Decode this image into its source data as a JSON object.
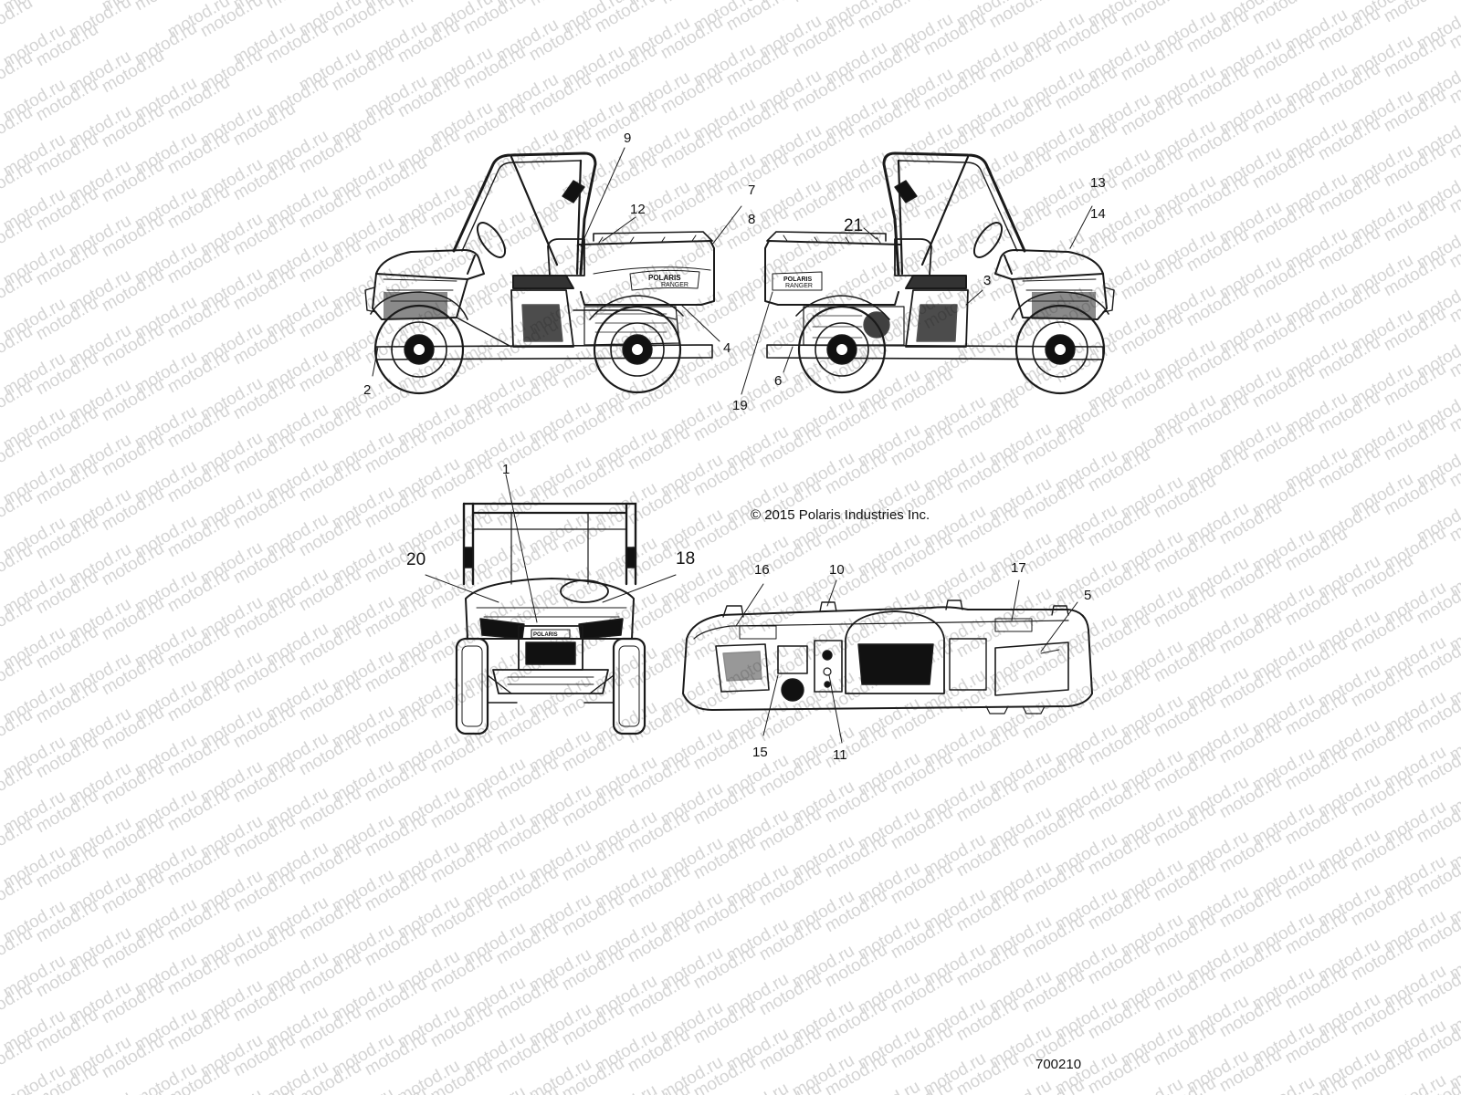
{
  "watermark_text": "motod.ru",
  "copyright": "© 2015 Polaris Industries Inc.",
  "document_number": "700210",
  "decal_text": {
    "brand": "POLARIS",
    "model": "RANGER"
  },
  "callouts": [
    {
      "id": "c1",
      "label": "1"
    },
    {
      "id": "c2",
      "label": "2"
    },
    {
      "id": "c3",
      "label": "3"
    },
    {
      "id": "c4",
      "label": "4"
    },
    {
      "id": "c5",
      "label": "5"
    },
    {
      "id": "c6",
      "label": "6"
    },
    {
      "id": "c7",
      "label": "7"
    },
    {
      "id": "c8",
      "label": "8"
    },
    {
      "id": "c9",
      "label": "9"
    },
    {
      "id": "c10",
      "label": "10"
    },
    {
      "id": "c11",
      "label": "11"
    },
    {
      "id": "c12",
      "label": "12"
    },
    {
      "id": "c13",
      "label": "13"
    },
    {
      "id": "c14",
      "label": "14"
    },
    {
      "id": "c15",
      "label": "15"
    },
    {
      "id": "c16",
      "label": "16"
    },
    {
      "id": "c17",
      "label": "17"
    },
    {
      "id": "c18",
      "label": "18"
    },
    {
      "id": "c19",
      "label": "19"
    },
    {
      "id": "c20",
      "label": "20"
    },
    {
      "id": "c21",
      "label": "21"
    }
  ]
}
